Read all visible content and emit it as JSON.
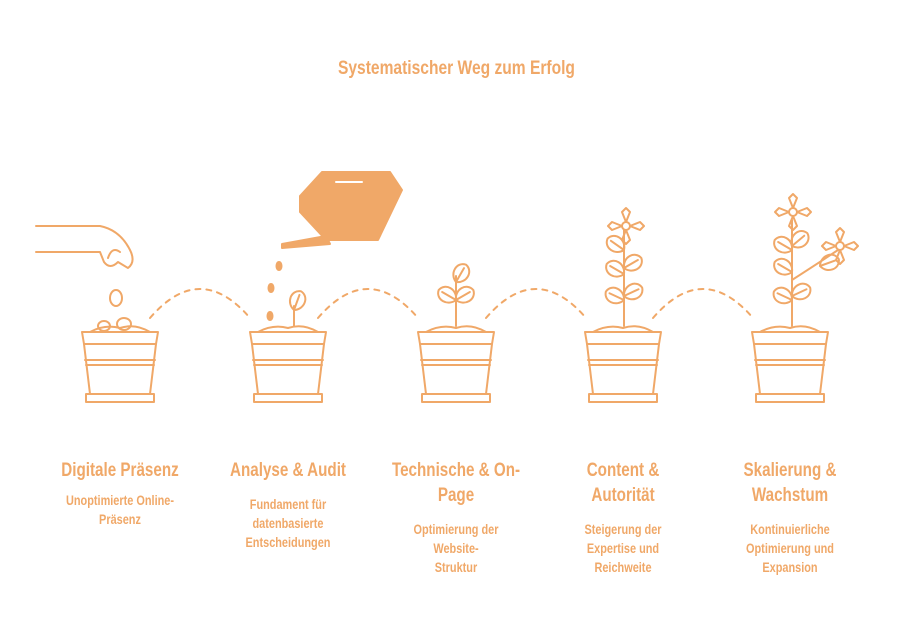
{
  "title": "Systematischer Weg zum Erfolg",
  "accent_color": "#F0A868",
  "steps": [
    {
      "title": "Digitale Präsenz",
      "description": "Unoptimierte Online-Präsenz",
      "icon": "hand-planting-seeds-icon"
    },
    {
      "title": "Analyse & Audit",
      "description": "Fundament für datenbasierte Entscheidungen",
      "icon": "watering-can-sprout-icon"
    },
    {
      "title": "Technische & On-Page",
      "description": "Optimierung der Website-Struktur",
      "icon": "small-plant-icon"
    },
    {
      "title": "Content & Autorität",
      "description": "Steigerung der Expertise und Reichweite",
      "icon": "flowering-plant-icon"
    },
    {
      "title": "Skalierung & Wachstum",
      "description": "Kontinuierliche Optimierung und Expansion",
      "icon": "blooming-plant-icon"
    }
  ]
}
